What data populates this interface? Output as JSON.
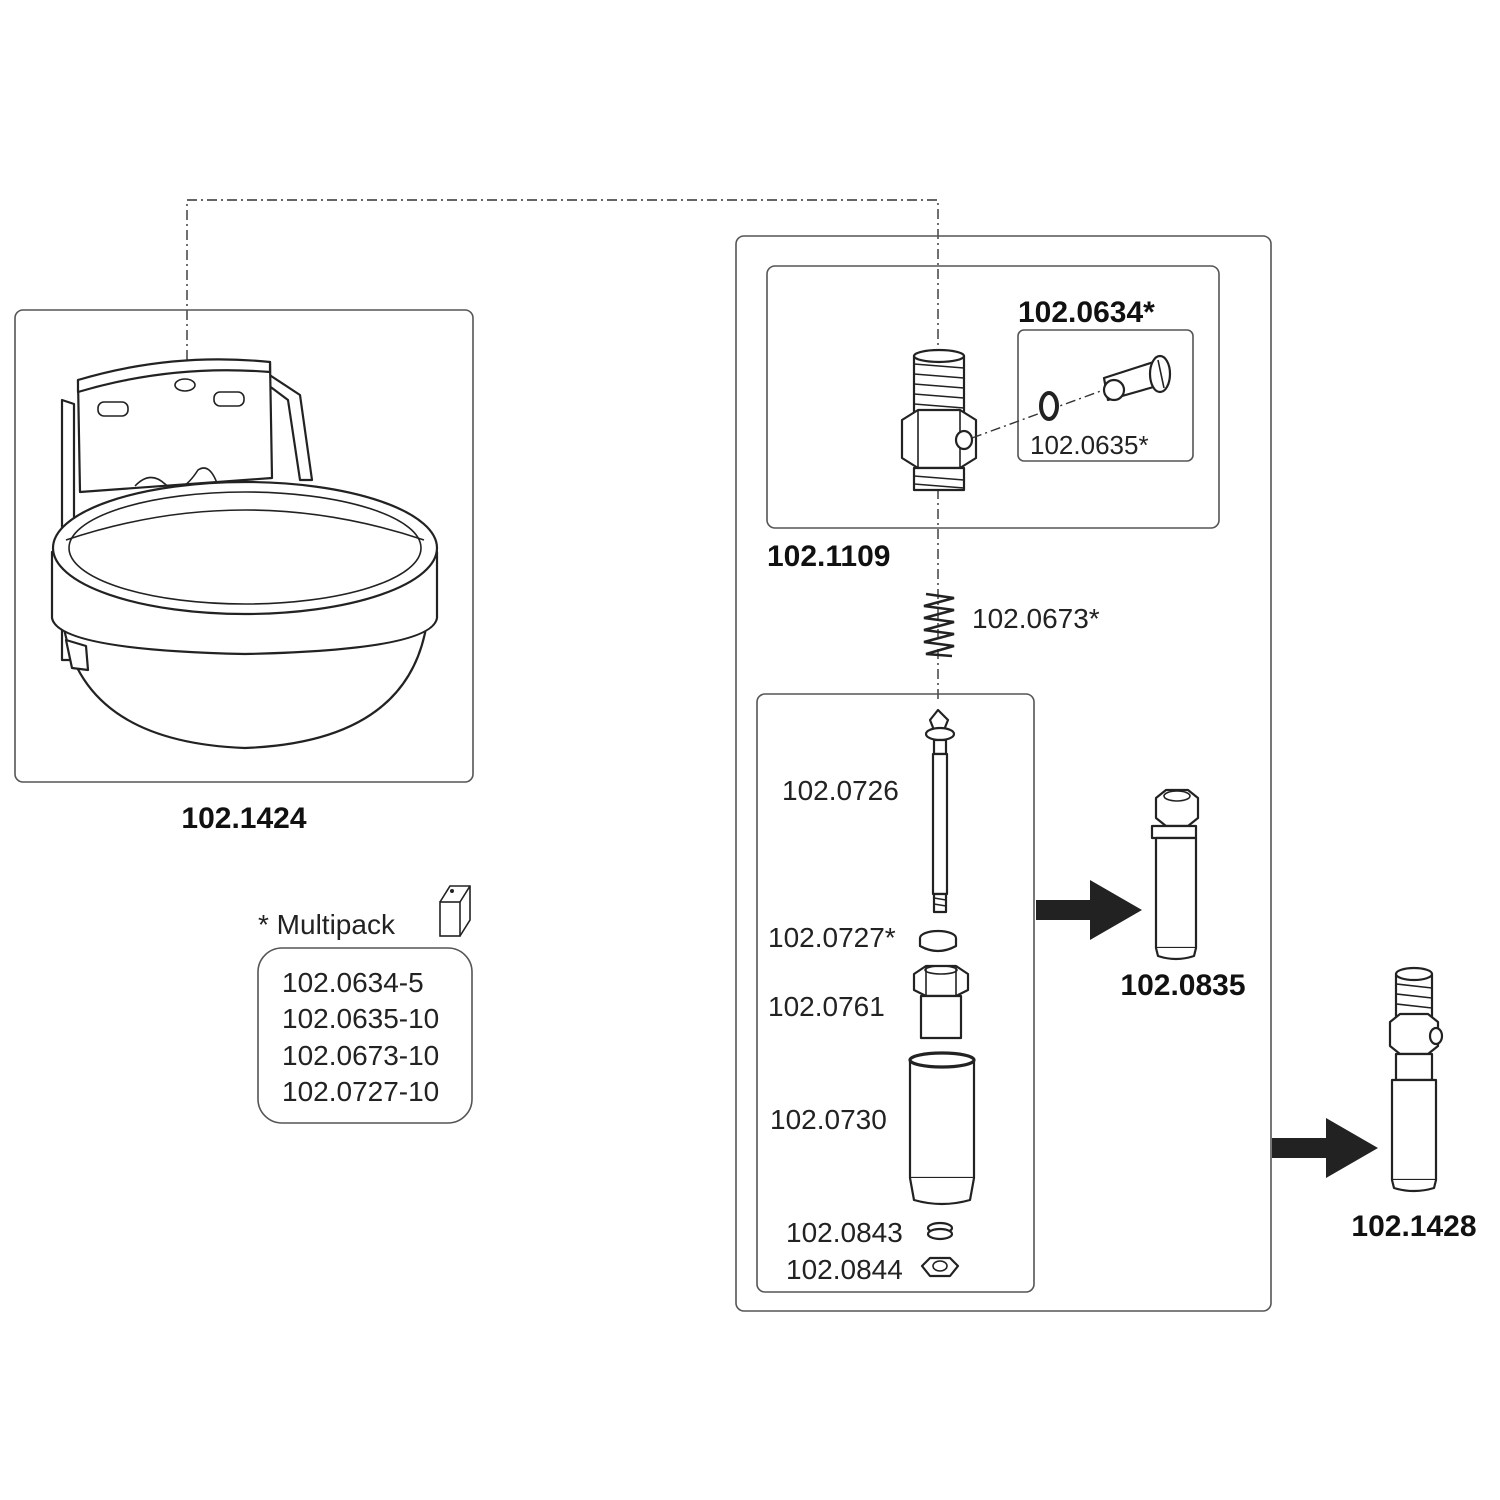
{
  "labels": {
    "bowl": "102.1424",
    "valve_body": "102.1109",
    "screw_kit": "102.0634*",
    "oring": "102.0635*",
    "spring": "102.0673*",
    "pin": "102.0726",
    "washer": "102.0727*",
    "nut_sleeve": "102.0761",
    "tube": "102.0730",
    "small_washer": "102.0843",
    "small_nut": "102.0844",
    "assembly_mid": "102.0835",
    "assembly_full": "102.1428"
  },
  "multipack": {
    "title": "* Multipack",
    "items": [
      "102.0634-5",
      "102.0635-10",
      "102.0673-10",
      "102.0727-10"
    ]
  }
}
